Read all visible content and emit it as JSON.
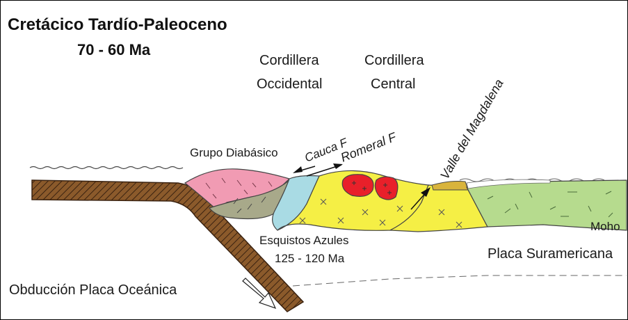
{
  "title": {
    "line1": "Cretácico Tardío-Paleoceno",
    "line2": "70 - 60 Ma"
  },
  "labels": {
    "cordillera_occidental_1": "Cordillera",
    "cordillera_occidental_2": "Occidental",
    "cordillera_central_1": "Cordillera",
    "cordillera_central_2": "Central",
    "valle_magdalena": "Valle del Magdalena",
    "grupo_diabasico": "Grupo Diabásico",
    "cauca_f": "Cauca F",
    "romeral_f": "Romeral F",
    "esquistos_1": "Esquistos Azules",
    "esquistos_2": "125 - 120 Ma",
    "moho": "Moho",
    "placa_suramericana": "Placa Suramericana",
    "obduccion": "Obducción Placa Oceánica"
  },
  "colors": {
    "oceanic_plate": "#8b5a2b",
    "diabasic_pink": "#f19bb3",
    "olive_wedge": "#a8a98a",
    "blue_schist": "#a9dbe4",
    "yellow_terrane": "#f5ef45",
    "intrusion_red": "#e8202a",
    "south_american_green": "#b6db8e",
    "basin_ochre": "#d9b43c"
  }
}
